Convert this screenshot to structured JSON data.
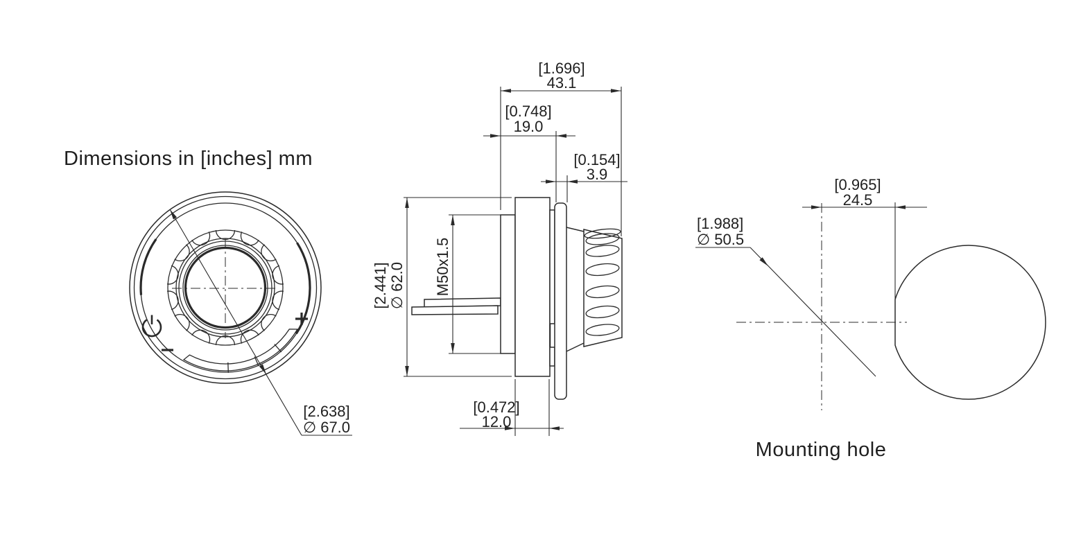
{
  "title": "Dimensions in [inches] mm",
  "colors": {
    "line": "#2a2a2a",
    "text": "#1f1f1f",
    "background": "#ffffff"
  },
  "front_view": {
    "outer_diameter": {
      "inches": "[2.638]",
      "mm": "∅ 67.0"
    }
  },
  "side_view": {
    "total_depth": {
      "inches": "[1.696]",
      "mm": "43.1"
    },
    "thread_length": {
      "inches": "[0.748]",
      "mm": "19.0"
    },
    "bezel_thickness": {
      "inches": "[0.154]",
      "mm": "3.9"
    },
    "flange_diameter": {
      "inches": "[2.441]",
      "mm": "∅ 62.0"
    },
    "thread_spec": "M50x1.5",
    "flange_thickness": {
      "inches": "[0.472]",
      "mm": "12.0"
    }
  },
  "mounting_view": {
    "label": "Mounting hole",
    "flat_width": {
      "inches": "[0.965]",
      "mm": "24.5"
    },
    "hole_diameter": {
      "inches": "[1.988]",
      "mm": "∅ 50.5"
    }
  }
}
